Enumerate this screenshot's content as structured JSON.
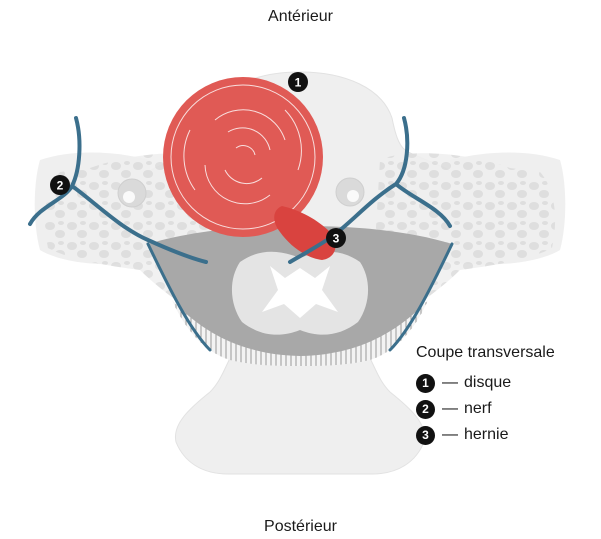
{
  "labels": {
    "anterior": "Antérieur",
    "posterior": "Postérieur"
  },
  "markers": [
    "1",
    "2",
    "3"
  ],
  "legend": {
    "title": "Coupe transversale",
    "dash": "—",
    "items": [
      {
        "number": "1",
        "label": "disque"
      },
      {
        "number": "2",
        "label": "nerf"
      },
      {
        "number": "3",
        "label": "hernie"
      }
    ]
  },
  "colors": {
    "bone": "#efefef",
    "bone_pattern": "#dcdcdc",
    "disc": "#e05a55",
    "hernia": "#d9433f",
    "nerve": "#3b6f8c",
    "canal": "#a8a8a8",
    "cord": "#e4e4e4",
    "marker": "#111111"
  }
}
